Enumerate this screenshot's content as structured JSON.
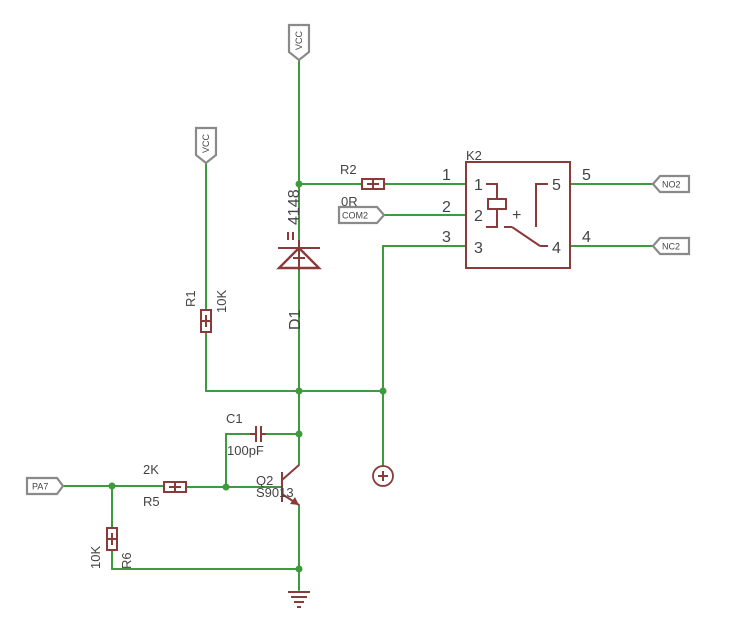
{
  "ports": {
    "vcc_top": "VCC",
    "vcc_left": "VCC",
    "com2": "COM2",
    "no2": "NO2",
    "nc2": "NC2",
    "pa7": "PA7"
  },
  "components": {
    "r1": {
      "name": "R1",
      "value": "10K"
    },
    "r2": {
      "name": "R2",
      "value": "0R"
    },
    "r5": {
      "name": "R5",
      "value": "2K"
    },
    "r6": {
      "name": "R6",
      "value": "10K"
    },
    "c1": {
      "name": "C1",
      "value": "100pF"
    },
    "d1": {
      "name": "D1",
      "value": "4148"
    },
    "q2": {
      "name": "Q2",
      "value": "S9013"
    },
    "k2": {
      "name": "K2",
      "plus": "+"
    }
  },
  "relay_pins": {
    "outside": [
      "1",
      "2",
      "3",
      "5",
      "4"
    ],
    "inside": [
      "1",
      "2",
      "3",
      "5",
      "4"
    ]
  }
}
